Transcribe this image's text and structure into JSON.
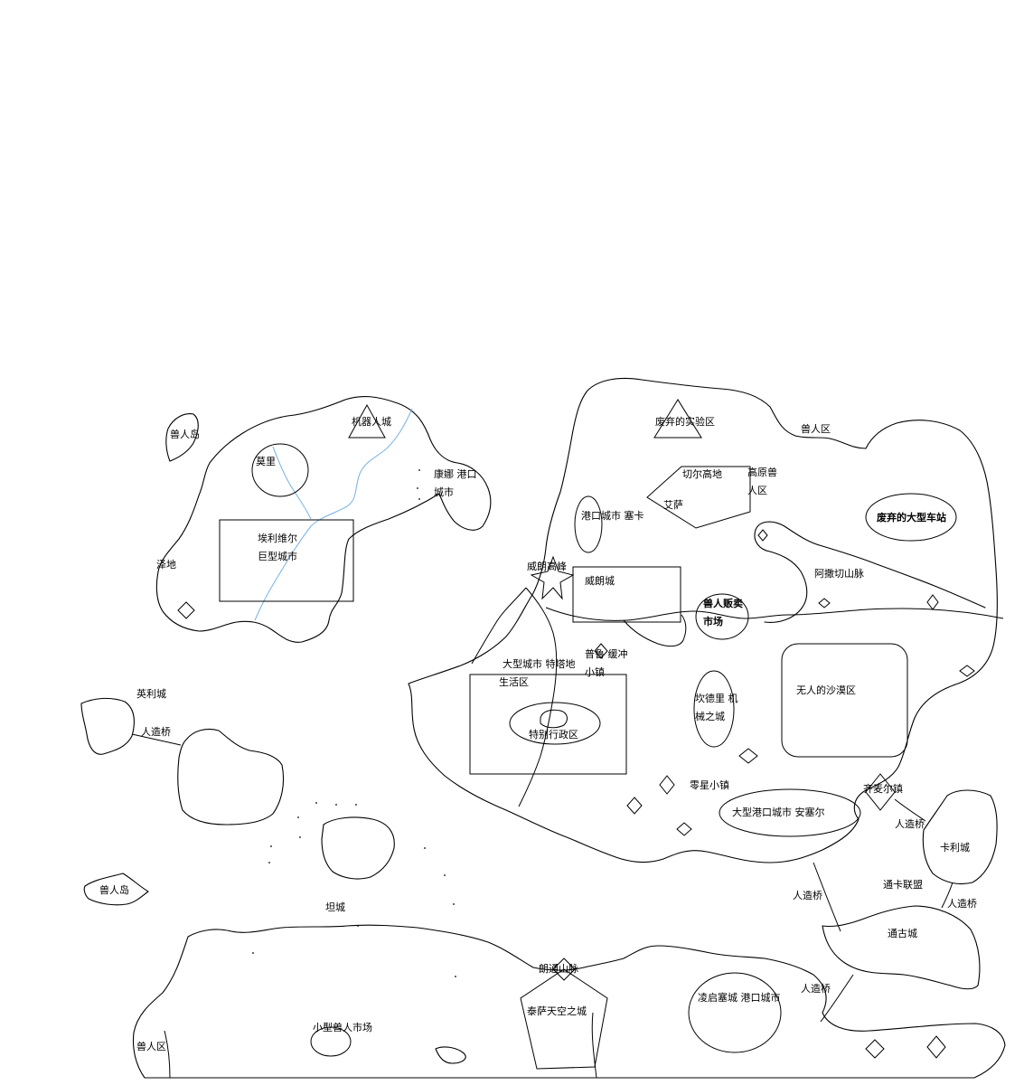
{
  "map": {
    "labels": {
      "orc_island_nw": "兽人岛",
      "machine_city": "机器人城",
      "mori": "莫里",
      "kangna_port_1": "康娜 港口",
      "kangna_port_2": "城市",
      "elivir_1": "埃利维尔",
      "elivir_2": "巨型城市",
      "swamp": "泽地",
      "abandoned_lab": "废弃的实验区",
      "orc_zone_ne": "兽人区",
      "chel_highland": "切尔高地",
      "highland_orc_1": "高原兽",
      "highland_orc_2": "人区",
      "aisa": "艾萨",
      "abandoned_station": "废弃的大型车站",
      "port_seka": "港口城市  塞卡",
      "weilang_peak": "威朗高峰",
      "weilang_city": "威朗城",
      "orc_market_1": "兽人贩卖",
      "orc_market_2": "市场",
      "asache_mountains": "阿撒切山脉",
      "puru_buffer_1": "普鲁  缓冲",
      "puru_buffer_2": "小镇",
      "big_city_tete_1": "大型城市  特塔地",
      "big_city_tete_2": "生活区",
      "special_admin": "特别行政区",
      "kandeli_1": "坎德里  机",
      "kandeli_2": "械之城",
      "desert": "无人的沙漠区",
      "yingli_city": "英利城",
      "artificial_bridge_w": "人造桥",
      "lingxing_town": "零星小镇",
      "qimaier_town": "齐麦尔镇",
      "big_port_ansaier": "大型港口城市     安塞尔",
      "artificial_bridge_e1": "人造桥",
      "kali_city": "卡利城",
      "orc_island_sw": "兽人岛",
      "tan_city": "坦城",
      "tongka_alliance": "通卡联盟",
      "artificial_bridge_e2": "人造桥",
      "artificial_bridge_s": "人造桥",
      "artificial_bridge_e3": "人造桥",
      "tonggu_city": "通古城",
      "langtong_mountains": "朗通山脉",
      "taisa_sky_city": "泰萨天空之城",
      "lingqisai_port": "凌启塞城   港口城市",
      "small_orc_market": "小型兽人市场",
      "orc_zone_sw": "兽人区"
    }
  }
}
